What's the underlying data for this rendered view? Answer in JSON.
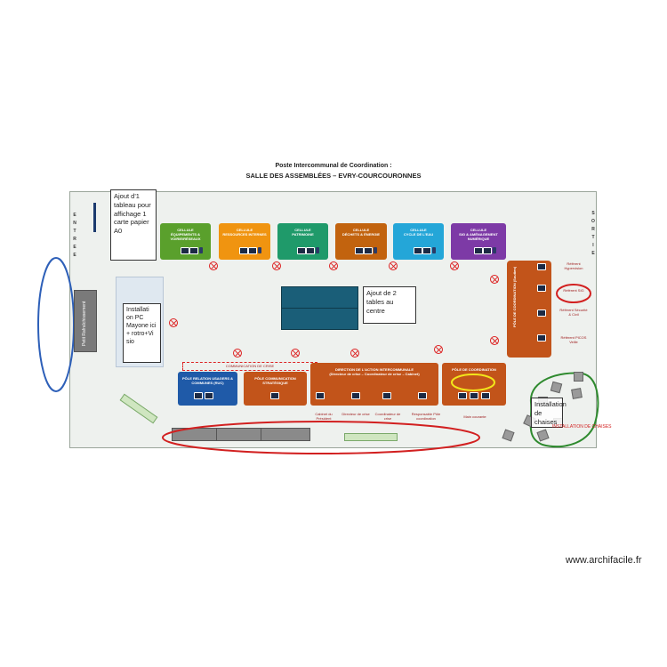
{
  "title": "Poste Intercommunal de Coordination :",
  "subtitle": "SALLE DES ASSEMBLÉES – EVRY-COURCOURONNES",
  "entree": [
    "E",
    "N",
    "T",
    "R",
    "E",
    "E"
  ],
  "sortie": [
    "S",
    "O",
    "R",
    "T",
    "I",
    "E"
  ],
  "cells": [
    {
      "label": "CELLULE\nÉQUIPEMENTS & VOIRIE/RÉSEAUX",
      "color": "#5aa02c"
    },
    {
      "label": "CELLULE\nRESSOURCES INTERNES",
      "color": "#f09410"
    },
    {
      "label": "CELLULE\nPATRIMOINE",
      "color": "#1f9a6a"
    },
    {
      "label": "CELLULE\nDÉCHETS & ÉNERGIE",
      "color": "#c2630e"
    },
    {
      "label": "CELLULE\nCYCLE DE L'EAU",
      "color": "#24a6d8"
    },
    {
      "label": "CELLULE\nSIG & AMÉNAGEMENT NUMÉRIQUE",
      "color": "#7d3aa6"
    }
  ],
  "notes": {
    "tableau": "Ajout d'1 tableau pour affichage 1 carte papier A0",
    "tables": "Ajout de 2 tables au centre",
    "pc": "Installati on PC Mayone ici + rotro+Vi sio",
    "chaises": "Installation de chaises"
  },
  "petit_rafraichissement": "Petit Rafraîchissement",
  "communication_crise": "COMMUNICATION DE CRISE",
  "poles": [
    {
      "label": "PÔLE RELATION USAGERS & COMMUNES (RUC)",
      "color": "#1f5aa8"
    },
    {
      "label": "PÔLE COMMUNICATION STRATÉGIQUE",
      "color": "#c2541a"
    },
    {
      "label": "DIRECTION DE L'ACTION INTERCOMMUNALE\n(Directeur de crise – Coordinateur de crise – Cabinet)",
      "color": "#c2541a"
    },
    {
      "label": "PÔLE DE COORDINATION",
      "color": "#c2541a"
    }
  ],
  "pole_operations": "PÔLE DE COORDINATION (Soutien)",
  "referents": [
    "Référent Hypervision",
    "Référent SIG",
    "Référent Sécurité & Civil",
    "Référent PICOS Veille"
  ],
  "role_labels": [
    "Cabinet du Président",
    "Directeur de crise",
    "Coordinateur de crise",
    "Responsable Pôle coordination",
    "Main courante"
  ],
  "installation_chaises": "INSTALLATION DE CHAISES",
  "watermark": "www.archifacile.fr",
  "colors": {
    "room_bg": "#eef1ee",
    "alert_red": "#d22020",
    "highlight_green": "#2e8a2e",
    "highlight_yellow": "#f2e61a"
  }
}
